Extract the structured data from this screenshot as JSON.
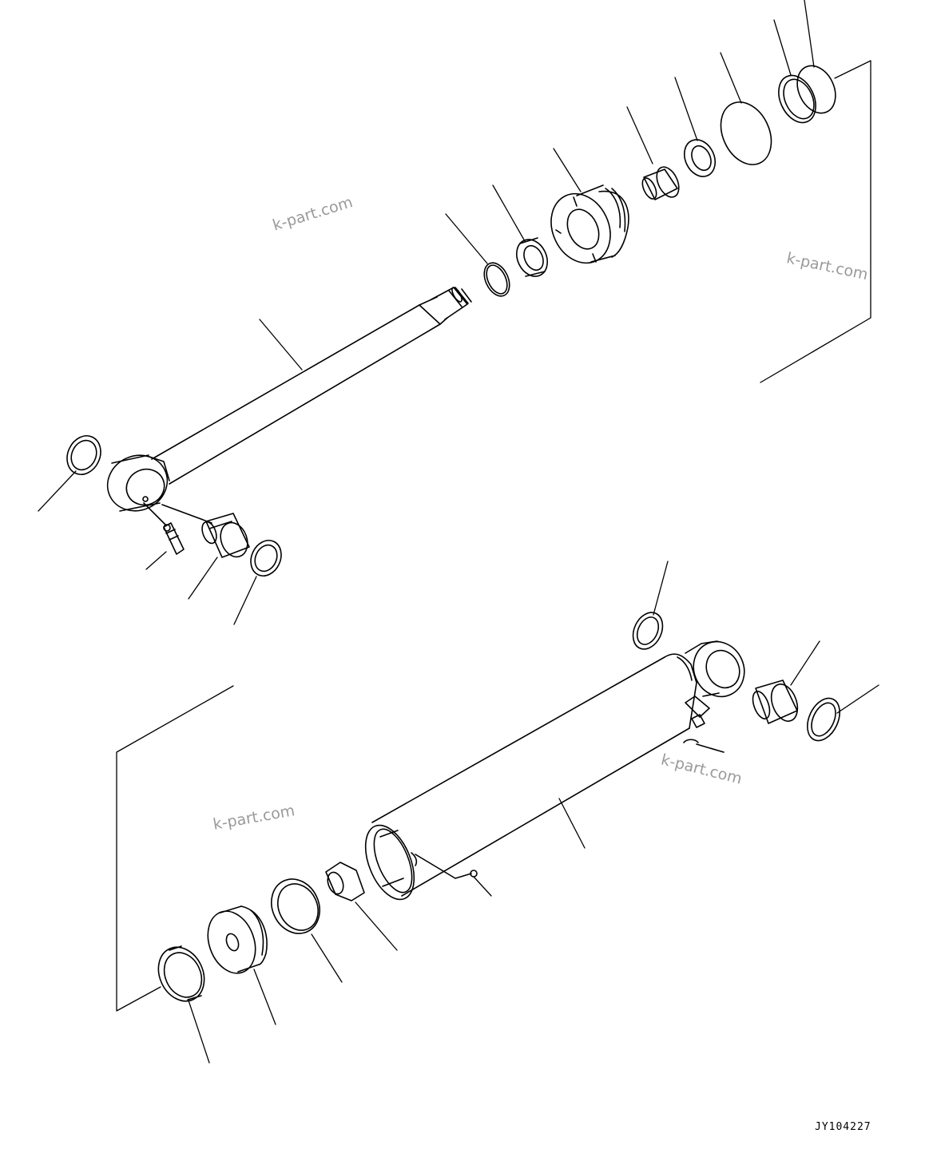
{
  "diagram": {
    "kind": "exploded parts drawing of a hydraulic cylinder",
    "reference_code": "JY104227",
    "watermark": "k-part.com"
  }
}
